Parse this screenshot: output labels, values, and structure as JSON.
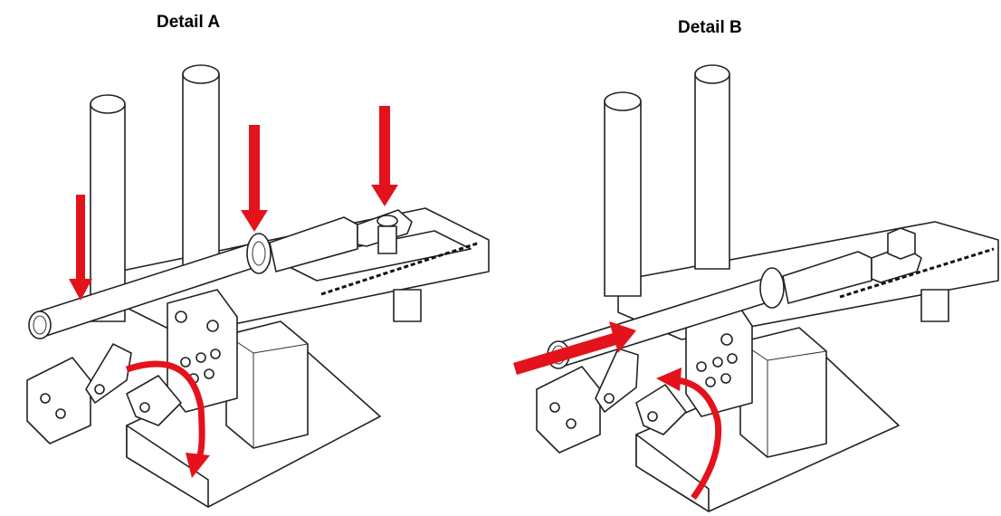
{
  "details": [
    {
      "id": "a",
      "title": "Detail A"
    },
    {
      "id": "b",
      "title": "Detail B"
    }
  ],
  "colors": {
    "arrow": "#e4121b",
    "outline": "#222222",
    "background": "#ffffff"
  }
}
